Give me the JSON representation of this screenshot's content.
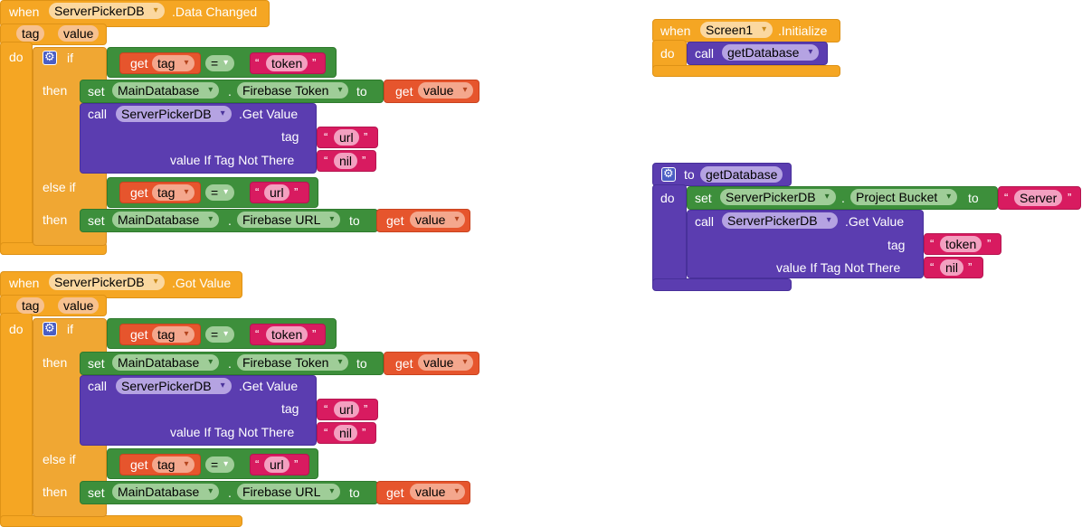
{
  "workspace": {
    "event_data_changed": {
      "when": "when",
      "component": "ServerPickerDB",
      "event": ".Data Changed",
      "params": [
        "tag",
        "value"
      ],
      "do": "do",
      "if_kw": "if",
      "then_kw": "then",
      "else_if_kw": "else if",
      "get_kw": "get",
      "get_tag": "tag",
      "get_value": "value",
      "eq_op": "=",
      "token_text": "token",
      "url_text": "url",
      "nil_text": "nil",
      "set_kw": "set",
      "set_component": "MainDatabase",
      "dot": ".",
      "prop_token": "Firebase Token",
      "prop_url": "Firebase URL",
      "to_kw": "to",
      "call_kw": "call",
      "call_component": "ServerPickerDB",
      "call_method": ".Get Value",
      "arg_tag": "tag",
      "arg_value_if": "value If Tag Not There",
      "open_quote": "“",
      "close_quote": "”"
    },
    "event_got_value": {
      "when": "when",
      "component": "ServerPickerDB",
      "event": ".Got Value",
      "params": [
        "tag",
        "value"
      ],
      "do": "do"
    },
    "screen_init": {
      "when": "when",
      "component": "Screen1",
      "event": ".Initialize",
      "do": "do",
      "call_kw": "call",
      "procedure": "getDatabase"
    },
    "procedure_def": {
      "to_kw": "to",
      "name": "getDatabase",
      "do": "do",
      "set_kw": "set",
      "set_component": "ServerPickerDB",
      "dot": ".",
      "property": "Project Bucket",
      "to2": "to",
      "server_text": "Server",
      "call_kw": "call",
      "call_component": "ServerPickerDB",
      "call_method": ".Get Value",
      "arg_tag": "tag",
      "arg_value_if": "value If Tag Not There",
      "token_text": "token",
      "nil_text": "nil"
    }
  }
}
